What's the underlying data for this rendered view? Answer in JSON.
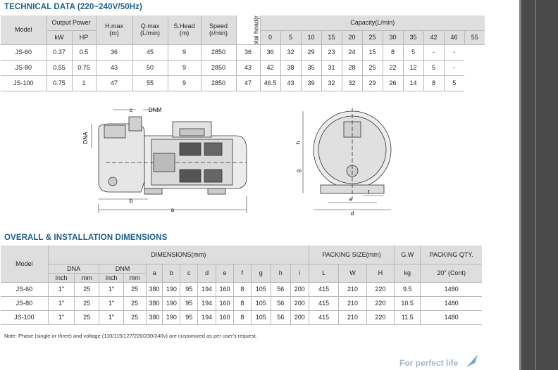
{
  "technical": {
    "title": "TECHNICAL DATA (220~240V/50Hz)",
    "headers": {
      "model": "Model",
      "output_power": "Output Power",
      "kw": "kW",
      "hp": "HP",
      "hmax": "H.max",
      "hmax_unit": "(m)",
      "qmax": "Q.max",
      "qmax_unit": "(L/min)",
      "shead": "S.Head",
      "shead_unit": "(m)",
      "speed": "Speed",
      "speed_unit": "(r/min)",
      "total_head": "Total head(m)",
      "capacity": "Capacity(L/min)",
      "capacity_cols": [
        "0",
        "5",
        "10",
        "15",
        "20",
        "25",
        "30",
        "35",
        "42",
        "46",
        "55"
      ]
    },
    "rows": [
      {
        "model": "JS-60",
        "kw": "0.37",
        "hp": "0.5",
        "hmax": "36",
        "qmax": "45",
        "shead": "9",
        "speed": "2850",
        "caps": [
          "36",
          "36",
          "32",
          "29",
          "23",
          "24",
          "15",
          "8",
          "5",
          "-",
          "-"
        ]
      },
      {
        "model": "JS-80",
        "kw": "0.55",
        "hp": "0.75",
        "hmax": "43",
        "qmax": "50",
        "shead": "9",
        "speed": "2850",
        "caps": [
          "43",
          "42",
          "38",
          "35",
          "31",
          "28",
          "25",
          "22",
          "12",
          "5",
          "-"
        ]
      },
      {
        "model": "JS-100",
        "kw": "0.75",
        "hp": "1",
        "hmax": "47",
        "qmax": "55",
        "shead": "9",
        "speed": "2850",
        "caps": [
          "47",
          "46.5",
          "43",
          "39",
          "32",
          "32",
          "29",
          "26",
          "14",
          "8",
          "5"
        ]
      }
    ]
  },
  "drawing_labels": {
    "c": "c",
    "dnm": "DNM",
    "dna": "DNA",
    "b": "b",
    "a": "a",
    "h": "h",
    "g": "g",
    "f": "f",
    "e": "e",
    "d": "d"
  },
  "overall": {
    "title": "OVERALL & INSTALLATION DIMENSIONS",
    "headers": {
      "model": "Model",
      "dimensions": "DIMENSIONS(mm)",
      "packing_size": "PACKING SIZE(mm)",
      "gw": "G.W",
      "packing_qty": "PACKING QTY.",
      "dna": "DNA",
      "dnm": "DNM",
      "inch": "Inch",
      "mm": "mm",
      "dims": [
        "a",
        "b",
        "c",
        "d",
        "e",
        "f",
        "g",
        "h",
        "i"
      ],
      "pack": [
        "L",
        "W",
        "H"
      ],
      "kg": "kg",
      "cont": "20\" (Cont)"
    },
    "rows": [
      {
        "model": "JS-60",
        "dna_inch": "1\"",
        "dna_mm": "25",
        "dnm_inch": "1\"",
        "dnm_mm": "25",
        "dims": [
          "380",
          "190",
          "95",
          "194",
          "160",
          "8",
          "105",
          "56",
          "200"
        ],
        "pack": [
          "415",
          "210",
          "220"
        ],
        "gw": "9.5",
        "qty": "1480"
      },
      {
        "model": "JS-80",
        "dna_inch": "1\"",
        "dna_mm": "25",
        "dnm_inch": "1\"",
        "dnm_mm": "25",
        "dims": [
          "380",
          "190",
          "95",
          "194",
          "160",
          "8",
          "105",
          "56",
          "200"
        ],
        "pack": [
          "415",
          "210",
          "220"
        ],
        "gw": "10.5",
        "qty": "1480"
      },
      {
        "model": "JS-100",
        "dna_inch": "1\"",
        "dna_mm": "25",
        "dnm_inch": "1\"",
        "dnm_mm": "25",
        "dims": [
          "380",
          "190",
          "95",
          "194",
          "160",
          "8",
          "105",
          "56",
          "200"
        ],
        "pack": [
          "415",
          "210",
          "220"
        ],
        "gw": "11.5",
        "qty": "1480"
      }
    ]
  },
  "note": "Note: Phase (single or three) and voltage (110/115/127/220/230/240v) are customized as per user's request.",
  "slogan": "For perfect life"
}
